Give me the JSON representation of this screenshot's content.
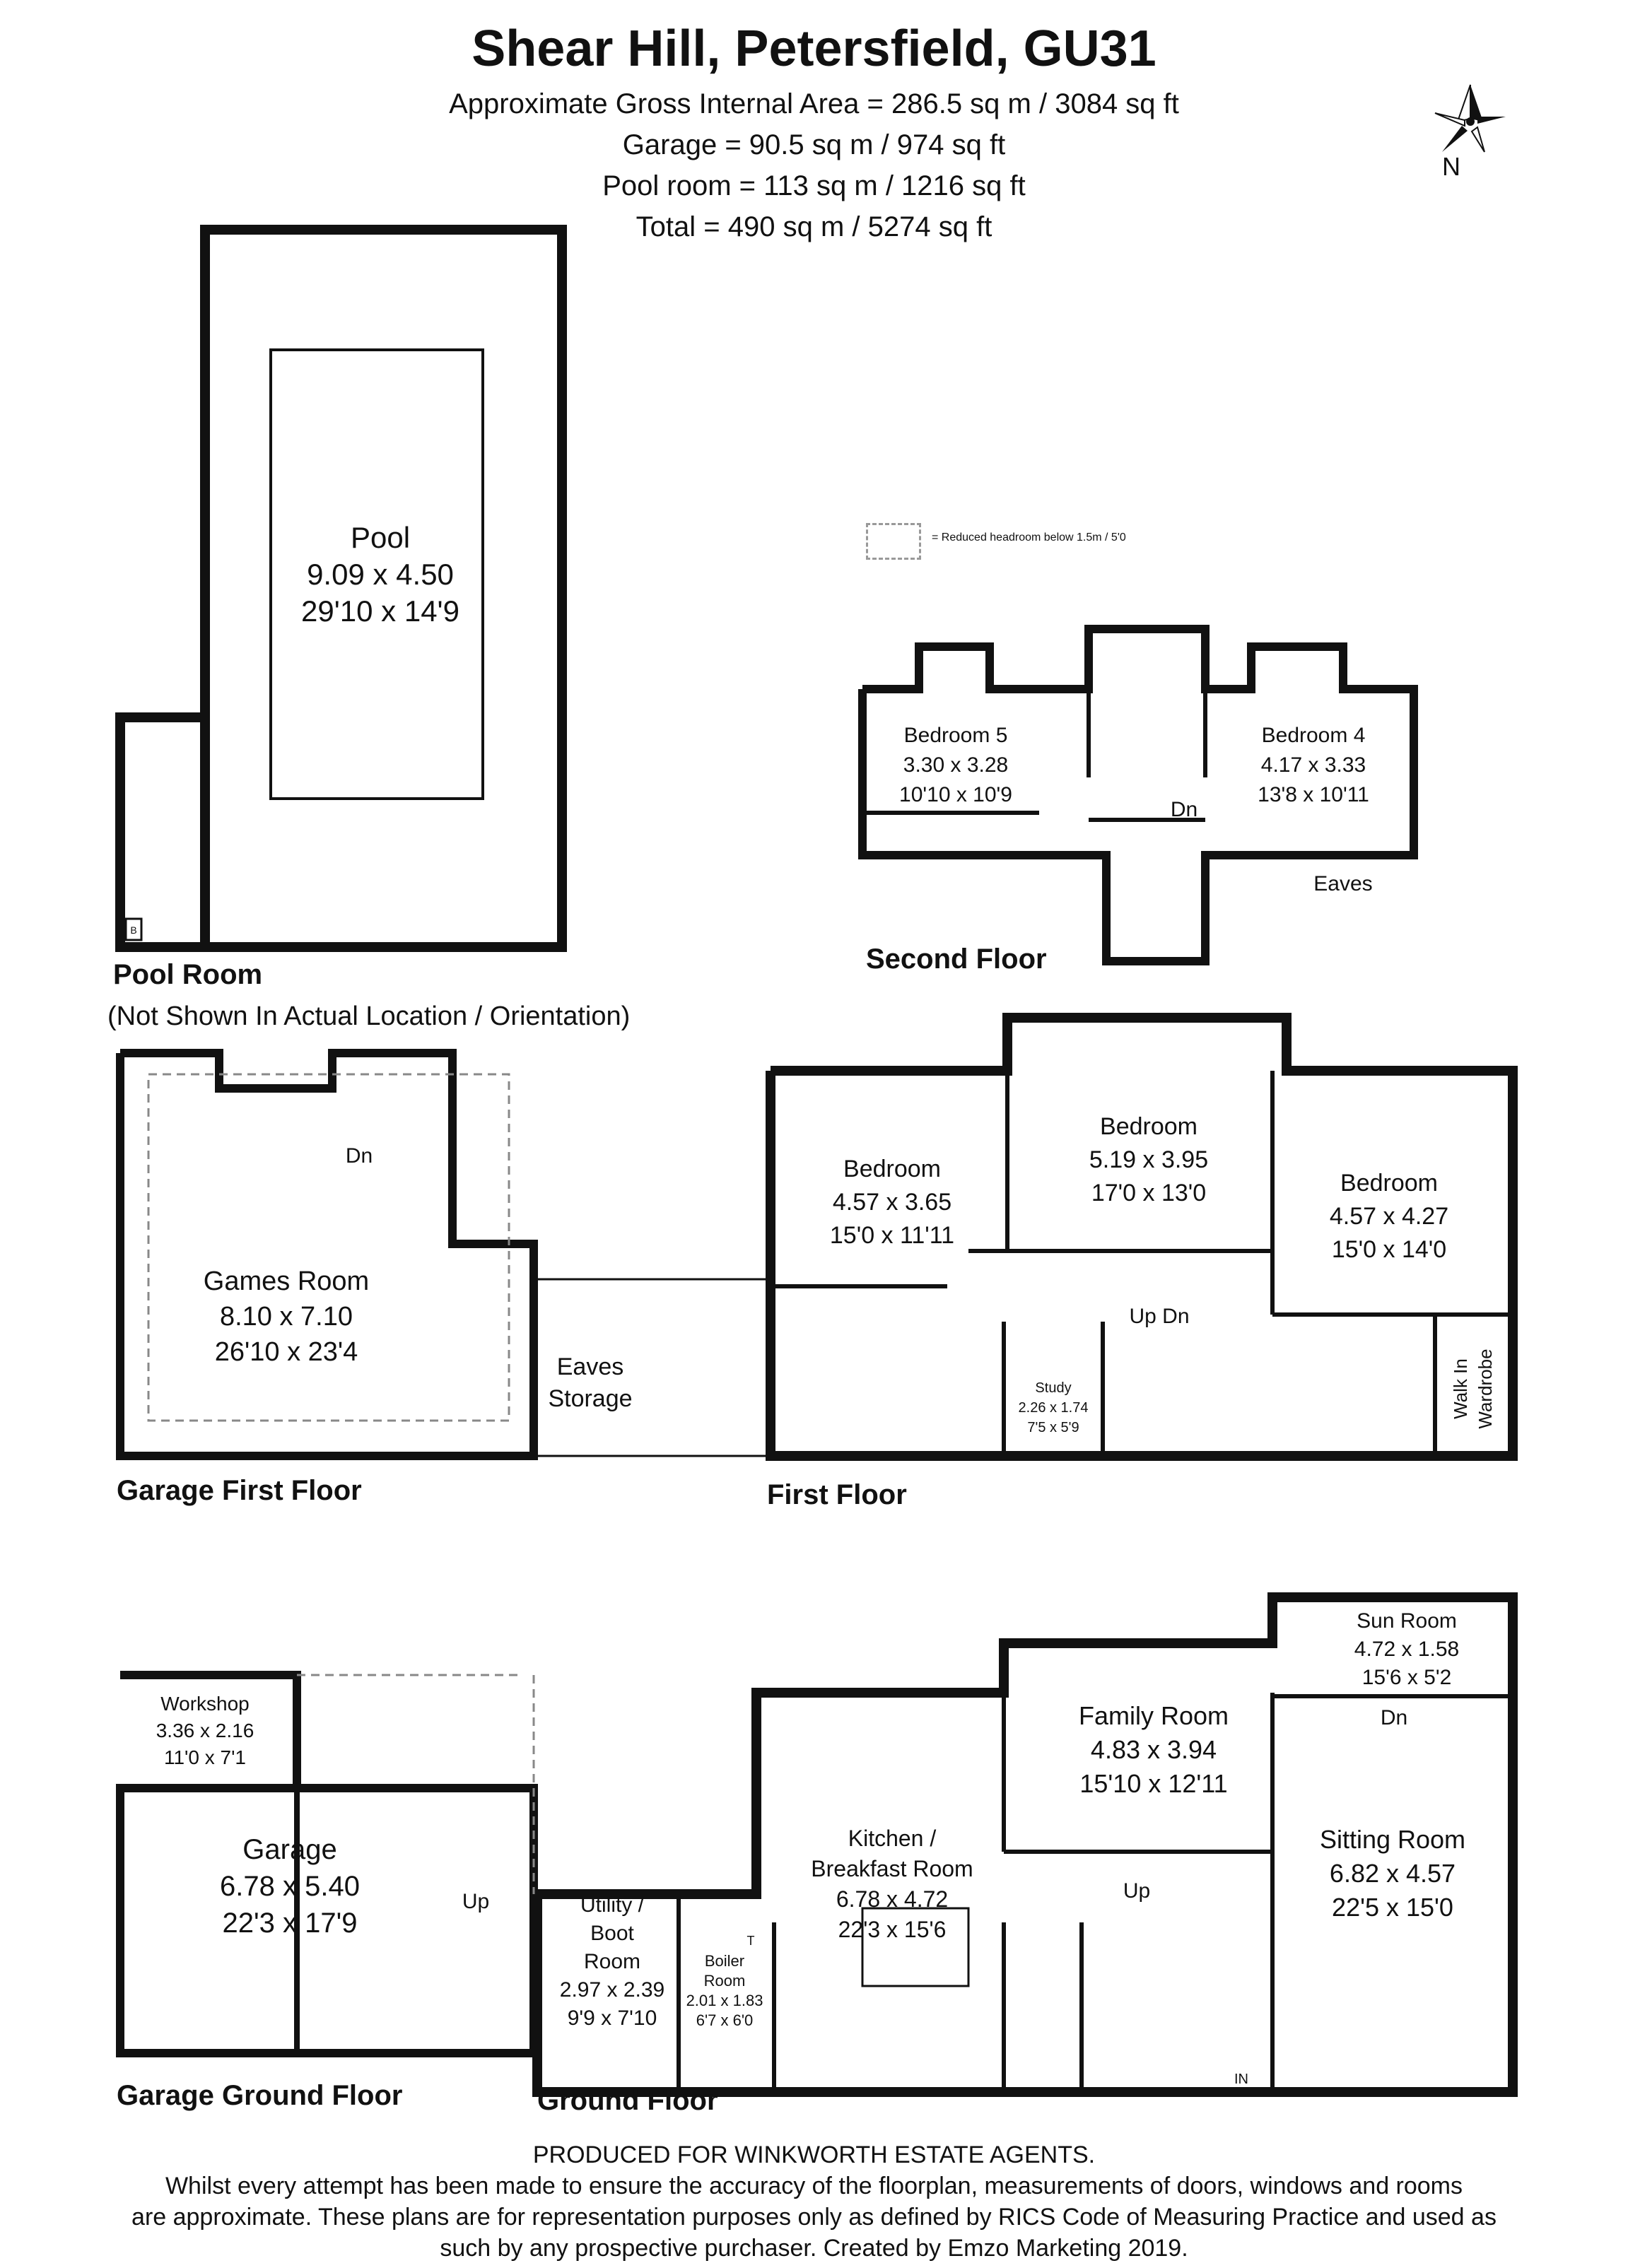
{
  "header": {
    "title": "Shear Hill, Petersfield, GU31",
    "areas": [
      "Approximate Gross Internal Area = 286.5 sq m / 3084 sq ft",
      "Garage = 90.5 sq m /  974 sq ft",
      "Pool room = 113 sq m / 1216 sq ft",
      "Total = 490 sq m / 5274 sq ft"
    ]
  },
  "compass": {
    "label": "N"
  },
  "legend": {
    "text": "= Reduced headroom below 1.5m / 5'0"
  },
  "rooms": [
    {
      "id": "pool",
      "lines": [
        "Pool",
        "9.09 x 4.50",
        "29'10 x 14'9"
      ]
    },
    {
      "id": "bedroom5",
      "lines": [
        "Bedroom 5",
        "3.30 x 3.28",
        "10'10 x 10'9"
      ]
    },
    {
      "id": "bedroom4",
      "lines": [
        "Bedroom 4",
        "4.17 x 3.33",
        "13'8 x 10'11"
      ]
    },
    {
      "id": "dn2",
      "lines": [
        "Dn"
      ]
    },
    {
      "id": "eaves2",
      "lines": [
        "Eaves"
      ]
    },
    {
      "id": "games",
      "lines": [
        "Games Room",
        "8.10 x 7.10",
        "26'10 x 23'4"
      ]
    },
    {
      "id": "dng",
      "lines": [
        "Dn"
      ]
    },
    {
      "id": "eaves_storage",
      "lines": [
        "Eaves",
        "Storage"
      ]
    },
    {
      "id": "bed_a",
      "lines": [
        "Bedroom",
        "4.57 x 3.65",
        "15'0 x 11'11"
      ]
    },
    {
      "id": "bed_b",
      "lines": [
        "Bedroom",
        "5.19 x 3.95",
        "17'0 x 13'0"
      ]
    },
    {
      "id": "bed_c",
      "lines": [
        "Bedroom",
        "4.57 x 4.27",
        "15'0 x 14'0"
      ]
    },
    {
      "id": "study",
      "lines": [
        "Study",
        "2.26 x 1.74",
        "7'5 x 5'9"
      ]
    },
    {
      "id": "updn1",
      "lines": [
        "Up  Dn"
      ]
    },
    {
      "id": "walkin",
      "lines": [
        "Walk In",
        "Wardrobe"
      ]
    },
    {
      "id": "workshop",
      "lines": [
        "Workshop",
        "3.36 x 2.16",
        "11'0 x 7'1"
      ]
    },
    {
      "id": "garage",
      "lines": [
        "Garage",
        "6.78 x 5.40",
        "22'3 x 17'9"
      ]
    },
    {
      "id": "upg",
      "lines": [
        "Up"
      ]
    },
    {
      "id": "utility",
      "lines": [
        "Utility /",
        "Boot",
        "Room",
        "2.97 x 2.39",
        "9'9 x 7'10"
      ]
    },
    {
      "id": "boiler",
      "lines": [
        "Boiler",
        "Room",
        "2.01 x 1.83",
        "6'7 x 6'0"
      ]
    },
    {
      "id": "kitchen",
      "lines": [
        "Kitchen /",
        "Breakfast Room",
        "6.78 x 4.72",
        "22'3 x 15'6"
      ]
    },
    {
      "id": "family",
      "lines": [
        "Family Room",
        "4.83 x 3.94",
        "15'10 x 12'11"
      ]
    },
    {
      "id": "sun",
      "lines": [
        "Sun Room",
        "4.72 x 1.58",
        "15'6 x 5'2"
      ]
    },
    {
      "id": "dng2",
      "lines": [
        "Dn"
      ]
    },
    {
      "id": "sitting",
      "lines": [
        "Sitting Room",
        "6.82 x 4.57",
        "22'5 x 15'0"
      ]
    },
    {
      "id": "upgf",
      "lines": [
        "Up"
      ]
    },
    {
      "id": "in",
      "lines": [
        "IN"
      ]
    },
    {
      "id": "boiler_b",
      "lines": [
        "B"
      ]
    },
    {
      "id": "boiler_t",
      "lines": [
        "T"
      ]
    }
  ],
  "floors": {
    "pool_room": "Pool Room",
    "pool_note": "(Not Shown In Actual Location / Orientation)",
    "second": "Second Floor",
    "garage_first": "Garage First Floor",
    "first": "First Floor",
    "garage_ground": "Garage Ground Floor",
    "ground": "Ground Floor"
  },
  "footer": {
    "lines": [
      "PRODUCED FOR WINKWORTH ESTATE AGENTS.",
      "Whilst every attempt has been made to ensure the accuracy of the floorplan, measurements of doors, windows and rooms",
      "are approximate. These plans are for representation purposes only as defined by RICS Code of Measuring Practice and used as",
      "such by any prospective purchaser. Created by Emzo Marketing 2019."
    ]
  }
}
